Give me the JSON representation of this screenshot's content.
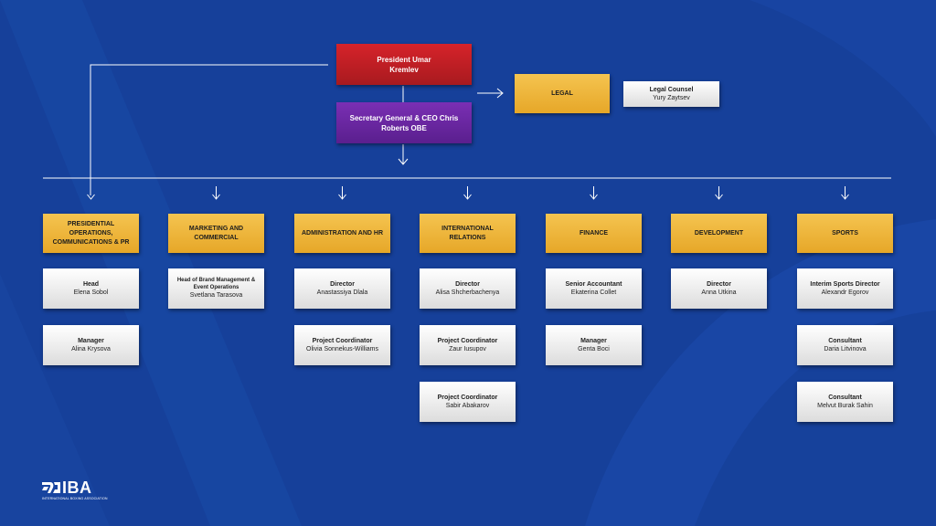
{
  "brand": {
    "logo_text": "IBA",
    "tagline": "INTERNATIONAL BOXING ASSOCIATION"
  },
  "colors": {
    "background": "#16409a",
    "president_box": "#c01f25",
    "ceo_box": "#6a27a3",
    "department_box": "#f0b840",
    "person_box": "#ececec",
    "connector": "#ffffff"
  },
  "leadership": {
    "president": "President Umar Kremlev",
    "ceo": "Secretary General & CEO Chris Roberts OBE"
  },
  "legal": {
    "department": "LEGAL",
    "counsel_role": "Legal Counsel",
    "counsel_name": "Yury Zaytsev"
  },
  "departments": [
    {
      "name": "PRESIDENTIAL OPERATIONS, COMMUNICATIONS & PR",
      "people": [
        {
          "role": "Head",
          "name": "Elena Sobol"
        },
        {
          "role": "Manager",
          "name": "Alina Krysova"
        }
      ]
    },
    {
      "name": "MARKETING AND COMMERCIAL",
      "people": [
        {
          "role": "Head of Brand Management & Event Operations",
          "name": "Svetlana Tarasova"
        }
      ]
    },
    {
      "name": "ADMINISTRATION AND HR",
      "people": [
        {
          "role": "Director",
          "name": "Anastassiya Dlala"
        },
        {
          "role": "Project Coordinator",
          "name": "Olivia Sonnekus-Williams"
        }
      ]
    },
    {
      "name": "INTERNATIONAL RELATIONS",
      "people": [
        {
          "role": "Director",
          "name": "Alisa Shcherbachenya"
        },
        {
          "role": "Project Coordinator",
          "name": "Zaur Iusupov"
        },
        {
          "role": "Project Coordinator",
          "name": "Sabir Abakarov"
        }
      ]
    },
    {
      "name": "FINANCE",
      "people": [
        {
          "role": "Senior Accountant",
          "name": "Ekaterina Collet"
        },
        {
          "role": "Manager",
          "name": "Genta Boci"
        }
      ]
    },
    {
      "name": "DEVELOPMENT",
      "people": [
        {
          "role": "Director",
          "name": "Anna Utkina"
        }
      ]
    },
    {
      "name": "SPORTS",
      "people": [
        {
          "role": "Interim Sports Director",
          "name": "Alexandr Egorov"
        },
        {
          "role": "Consultant",
          "name": "Daria Litvinova"
        },
        {
          "role": "Consultant",
          "name": "Melvut Burak Sahin"
        }
      ]
    }
  ]
}
